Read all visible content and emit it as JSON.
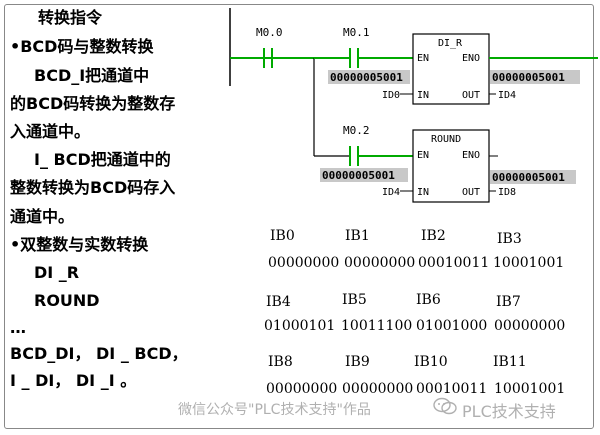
{
  "left_text": {
    "lines": [
      "转换指令",
      "•BCD码与整数转换",
      "BCD_I把通道中",
      "的BCD码转换为整数存",
      "入通道中。",
      "I_ BCD把通道中的",
      "整数转换为BCD码存入",
      "通道中。",
      "•双整数与实数转换",
      "DI _R",
      "ROUND",
      "…",
      "BCD_DI， DI _ BCD，",
      "I _ DI， DI _I 。"
    ]
  },
  "ladder": {
    "contact_m00": "M0.0",
    "contact_m01": "M0.1",
    "contact_m02": "M0.2",
    "block1": {
      "title": "DI_R",
      "en": "EN",
      "eno": "ENO",
      "in": "IN",
      "out": "OUT",
      "in_value": "00000005001",
      "in_addr": "ID0",
      "out_value": "00000005001",
      "out_addr": "ID4"
    },
    "block2": {
      "title": "ROUND",
      "en": "EN",
      "eno": "ENO",
      "in": "IN",
      "out": "OUT",
      "in_value": "00000005001",
      "in_addr": "ID4",
      "out_value": "00000005001",
      "out_addr": "ID8"
    }
  },
  "byte_table": {
    "rows": [
      {
        "labels": [
          "IB0",
          "IB1",
          "IB2",
          "IB3"
        ],
        "values": [
          "00000000",
          "00000000",
          "00010011",
          "10001001"
        ]
      },
      {
        "labels": [
          "IB4",
          "IB5",
          "IB6",
          "IB7"
        ],
        "values": [
          "01000101",
          "10011100",
          "01001000",
          "00000000"
        ]
      },
      {
        "labels": [
          "IB8",
          "IB9",
          "IB10",
          "IB11"
        ],
        "values": [
          "00000000",
          "00000000",
          "00010011",
          "10001001"
        ]
      }
    ]
  },
  "watermark": {
    "text": "微信公众号\"PLC技术支持\"作品",
    "brand": "PLC技术支持"
  },
  "colors": {
    "power_rail": "#00aa00",
    "value_bg": "#c8c8c8",
    "watermark": "#b0b0b0"
  }
}
